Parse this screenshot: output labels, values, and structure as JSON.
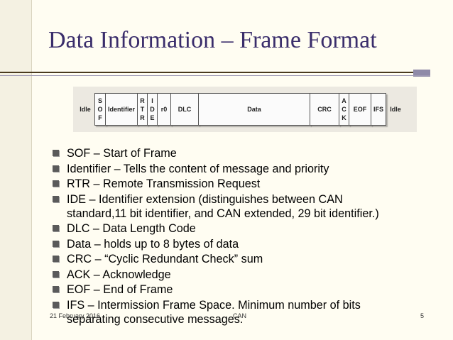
{
  "slide": {
    "title": "Data Information – Frame Format",
    "frame_fields": [
      {
        "label": "Idle",
        "kind": "plain"
      },
      {
        "label": "SOF",
        "kind": "vertical"
      },
      {
        "label": "Identifier",
        "kind": "box"
      },
      {
        "label": "RTR",
        "kind": "vertical"
      },
      {
        "label": "IDE",
        "kind": "vertical"
      },
      {
        "label": "r0",
        "kind": "box"
      },
      {
        "label": "DLC",
        "kind": "box"
      },
      {
        "label": "Data",
        "kind": "box"
      },
      {
        "label": "CRC",
        "kind": "box"
      },
      {
        "label": "ACK",
        "kind": "vertical"
      },
      {
        "label": "EOF",
        "kind": "box"
      },
      {
        "label": "IFS",
        "kind": "box"
      },
      {
        "label": "Idle",
        "kind": "plain"
      }
    ],
    "bullets": [
      {
        "line1": "SOF – Start of Frame",
        "line2": ""
      },
      {
        "line1": "Identifier – Tells the content of message and priority",
        "line2": ""
      },
      {
        "line1": "RTR – Remote Transmission Request",
        "line2": ""
      },
      {
        "line1": "IDE – Identifier extension (distinguishes between CAN",
        "line2": "standard,11 bit identifier, and CAN extended, 29 bit identifier.)"
      },
      {
        "line1": "DLC – Data Length Code",
        "line2": ""
      },
      {
        "line1": "Data – holds up to 8 bytes of data",
        "line2": ""
      },
      {
        "line1": "CRC – “Cyclic Redundant Check” sum",
        "line2": ""
      },
      {
        "line1": "ACK – Acknowledge",
        "line2": ""
      },
      {
        "line1": "EOF – End of Frame",
        "line2": ""
      },
      {
        "line1": "IFS – Intermission Frame Space.  Minimum number of bits",
        "line2": "separating consecutive messages."
      }
    ],
    "footer": {
      "date": "21 February 2016",
      "center": "CAN",
      "page_number": "5"
    },
    "colors": {
      "title": "#3a2d6b",
      "background": "#fffdf2",
      "rule": "#4a3a1e"
    }
  }
}
